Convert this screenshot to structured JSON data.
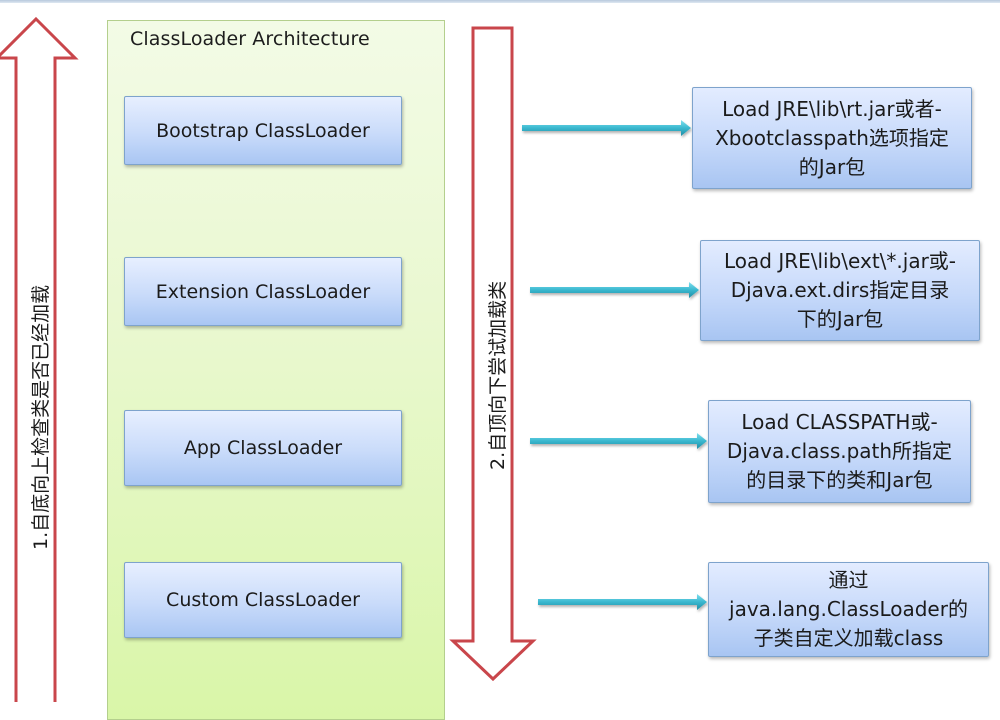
{
  "diagram": {
    "title": "ClassLoader Architecture",
    "colors": {
      "panel_border": "#b4cf8d",
      "panel_fill_top": "#f3fbe6",
      "panel_fill_bottom": "#d9f6a8",
      "box_border": "#7ea3cc",
      "box_fill_top": "#e7efff",
      "box_fill_bottom": "#a9c6f3",
      "big_arrow_stroke": "#c9464b",
      "connector_arrow": "#3ab8cf"
    },
    "left_arrow": {
      "direction": "up",
      "label": "1.自底向上检查类是否已经加载"
    },
    "right_arrow": {
      "direction": "down",
      "label": "2.自顶向下尝试加载类"
    },
    "loaders": [
      {
        "name": "Bootstrap ClassLoader",
        "description": [
          "Load JRE\\lib\\rt.jar或者-",
          "Xbootclasspath选项指定",
          "的Jar包"
        ]
      },
      {
        "name": "Extension ClassLoader",
        "description": [
          "Load JRE\\lib\\ext\\*.jar或-",
          "Djava.ext.dirs指定目录",
          "下的Jar包"
        ]
      },
      {
        "name": "App ClassLoader",
        "description": [
          "Load CLASSPATH或-",
          "Djava.class.path所指定",
          "的目录下的类和Jar包"
        ]
      },
      {
        "name": "Custom ClassLoader",
        "description": [
          "通过",
          "java.lang.ClassLoader的",
          "子类自定义加载class"
        ]
      }
    ]
  }
}
